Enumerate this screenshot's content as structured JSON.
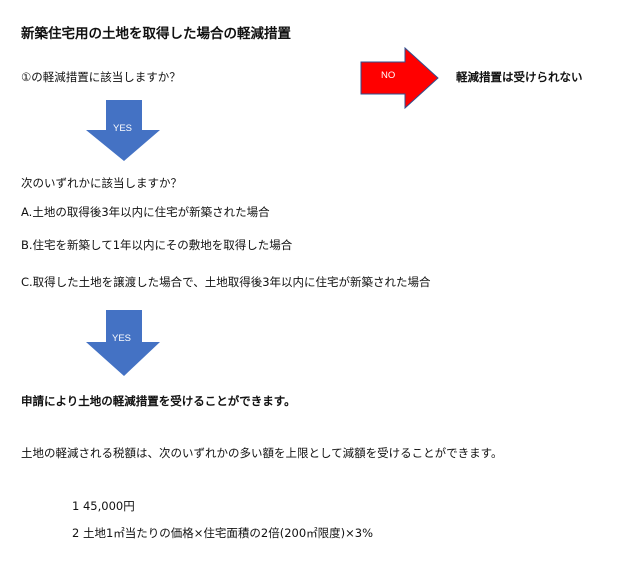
{
  "title": "新築住宅用の土地を取得した場合の軽減措置",
  "q1": "①の軽減措置に該当しますか？",
  "no_label": "NO",
  "no_result": "軽減措置は受けられない",
  "yes1_label": "YES",
  "q2": "次のいずれかに該当しますか？",
  "options": [
    "A.土地の取得後3年以内に住宅が新築された場合",
    "B.住宅を新築して1年以内にその敷地を取得した場合",
    "C.取得した土地を譲渡した場合で、土地取得後3年以内に住宅が新築された場合"
  ],
  "yes2_label": "YES",
  "conclusion": "申請により土地の軽減措置を受けることができます。",
  "note": "土地の軽減される税額は、次のいずれかの多い額を上限として減額を受けることができます。",
  "items": [
    "1 45,000円",
    "2 土地1㎡当たりの価格×住宅面積の2倍(200㎡限度)×3%"
  ],
  "colors": {
    "no_arrow": "#ff0000",
    "yes_arrow": "#4472c4"
  }
}
